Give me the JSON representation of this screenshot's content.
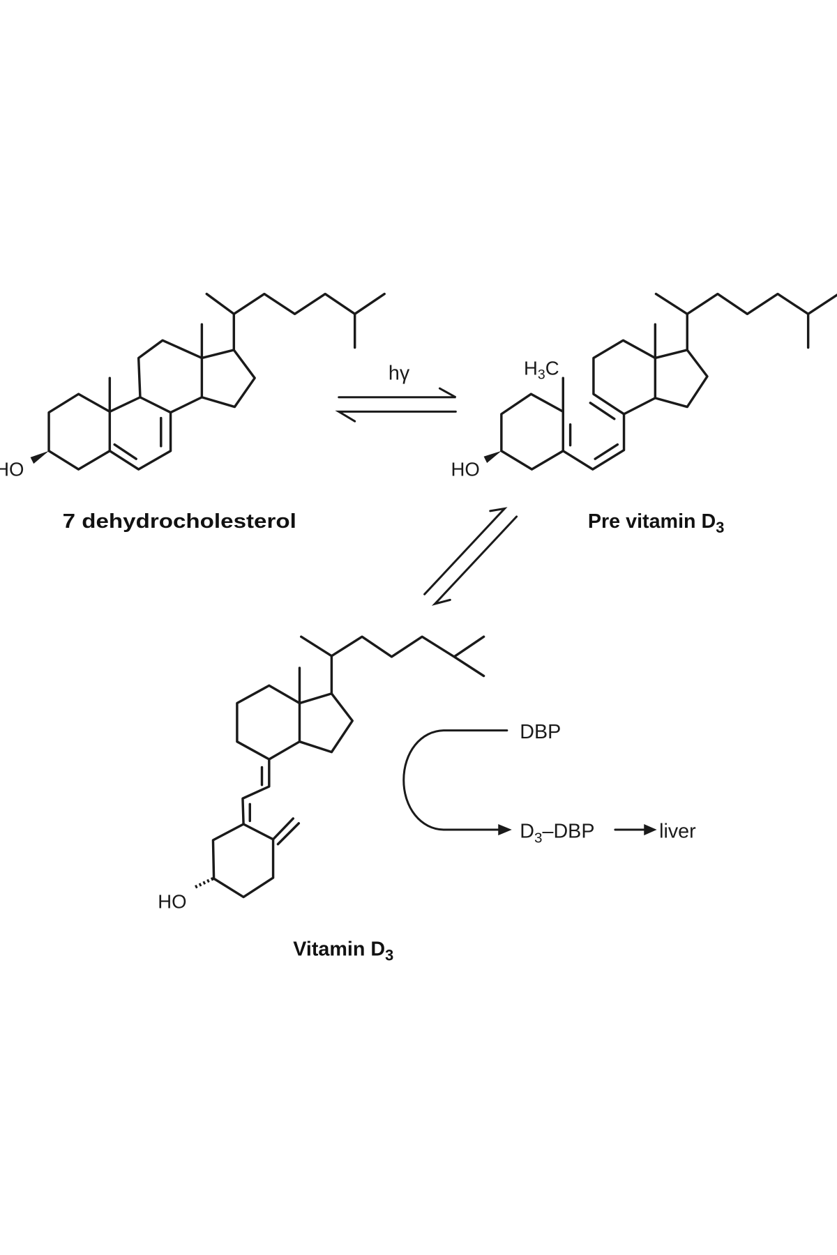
{
  "compounds": {
    "dehydrocholesterol": {
      "label": "7 dehydrocholesterol",
      "hydroxyl": "HO"
    },
    "previtamin": {
      "label": "Pre vitamin D",
      "label_sub": "3",
      "hydroxyl": "HO",
      "methyl_h": "H",
      "methyl_sub": "3",
      "methyl_c": "C"
    },
    "vitamin": {
      "label": "Vitamin D",
      "label_sub": "3",
      "hydroxyl": "HO"
    }
  },
  "reaction": {
    "light_label": "hγ"
  },
  "transport": {
    "protein": "DBP",
    "complex_d": "D",
    "complex_sub": "3",
    "complex_rest": "–DBP",
    "destination": "liver"
  }
}
